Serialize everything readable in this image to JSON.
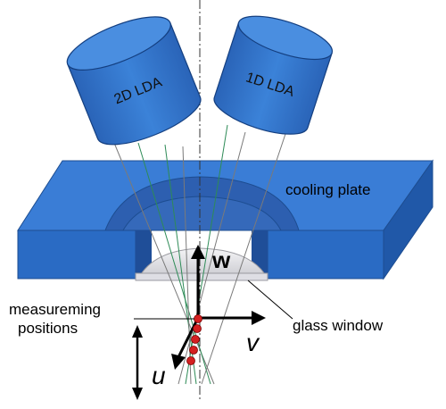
{
  "labels": {
    "lda_2d": "2D LDA",
    "lda_1d": "1D LDA",
    "cooling_plate": "cooling plate",
    "glass_window": "glass window",
    "measuring_line1": "measureming",
    "measuring_line2": "positions"
  },
  "axes": {
    "w": "w",
    "v": "v",
    "u": "u"
  },
  "colors": {
    "plate_top": "#3a7dd6",
    "plate_front": "#2a6bc4",
    "plate_side": "#2058a8",
    "lda_body": "#3276d0",
    "lda_top": "#4a8ee0",
    "recess": "#2d5fb0",
    "window": "#e8e8ec",
    "beam_green": "#2e8b57",
    "beam_gray": "#7a7a7a",
    "points": "#d42020"
  },
  "measurement_points": 5
}
